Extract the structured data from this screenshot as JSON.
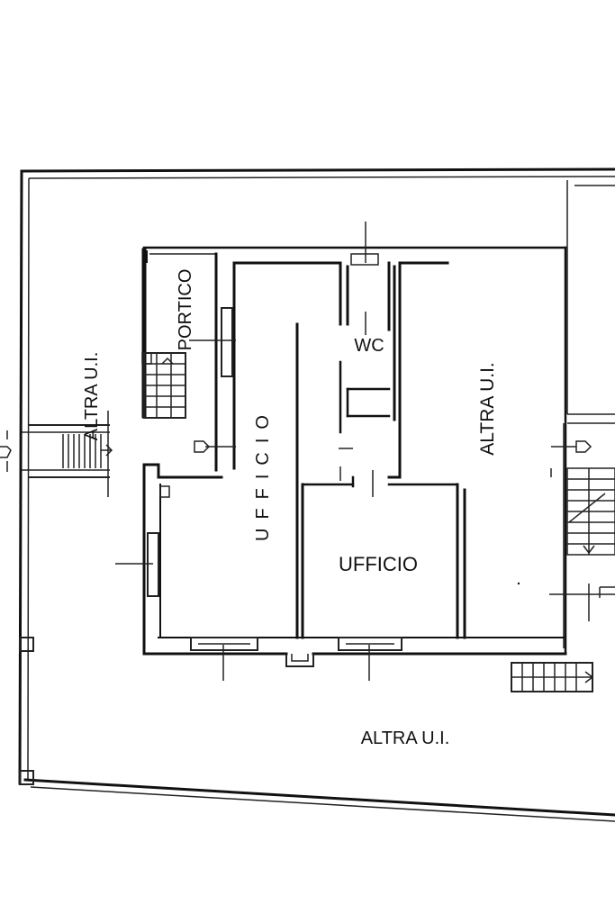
{
  "rooms": {
    "altra_left": "ALTRA U.I.",
    "portico": "PORTICO",
    "wc": "WC",
    "ufficio_vertical": "UFFICIO",
    "ufficio": "UFFICIO",
    "altra_right": "ALTRA U.I.",
    "altra_bottom": "ALTRA U.I."
  },
  "colors": {
    "line": "#111111",
    "background": "#ffffff"
  }
}
